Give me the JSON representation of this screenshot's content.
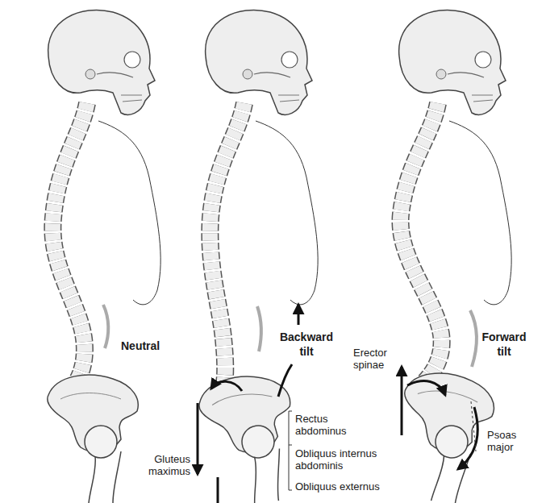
{
  "diagram": {
    "labels": [
      "Neutral",
      "Backward tilt",
      "Rectus abdominus",
      "Obliquus internus abdominis",
      "Obliquus externus",
      "Gluteus maximus",
      "Erector spinae",
      "Forward tilt",
      "Psoas major"
    ]
  }
}
